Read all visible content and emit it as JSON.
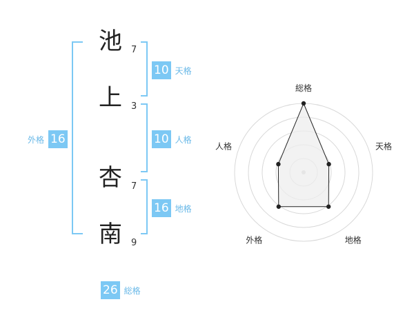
{
  "name_chars": [
    {
      "char": "池",
      "strokes": "7"
    },
    {
      "char": "上",
      "strokes": "3"
    },
    {
      "char": "杏",
      "strokes": "7"
    },
    {
      "char": "南",
      "strokes": "9"
    }
  ],
  "kakusu": {
    "tenkaku": {
      "value": "10",
      "label": "天格"
    },
    "jinkaku": {
      "value": "10",
      "label": "人格"
    },
    "chikaku": {
      "value": "16",
      "label": "地格"
    },
    "gaikaku": {
      "value": "16",
      "label": "外格"
    },
    "soukaku": {
      "value": "26",
      "label": "総格"
    }
  },
  "colors": {
    "accent": "#7cc8f4",
    "accent_text": "#6ab9e8",
    "text": "#222222"
  },
  "chart_data": {
    "type": "radar",
    "axes": [
      "総格",
      "天格",
      "地格",
      "外格",
      "人格"
    ],
    "values": [
      26,
      10,
      16,
      16,
      10
    ],
    "range": [
      0,
      26
    ],
    "rings": 5,
    "grid": true
  }
}
